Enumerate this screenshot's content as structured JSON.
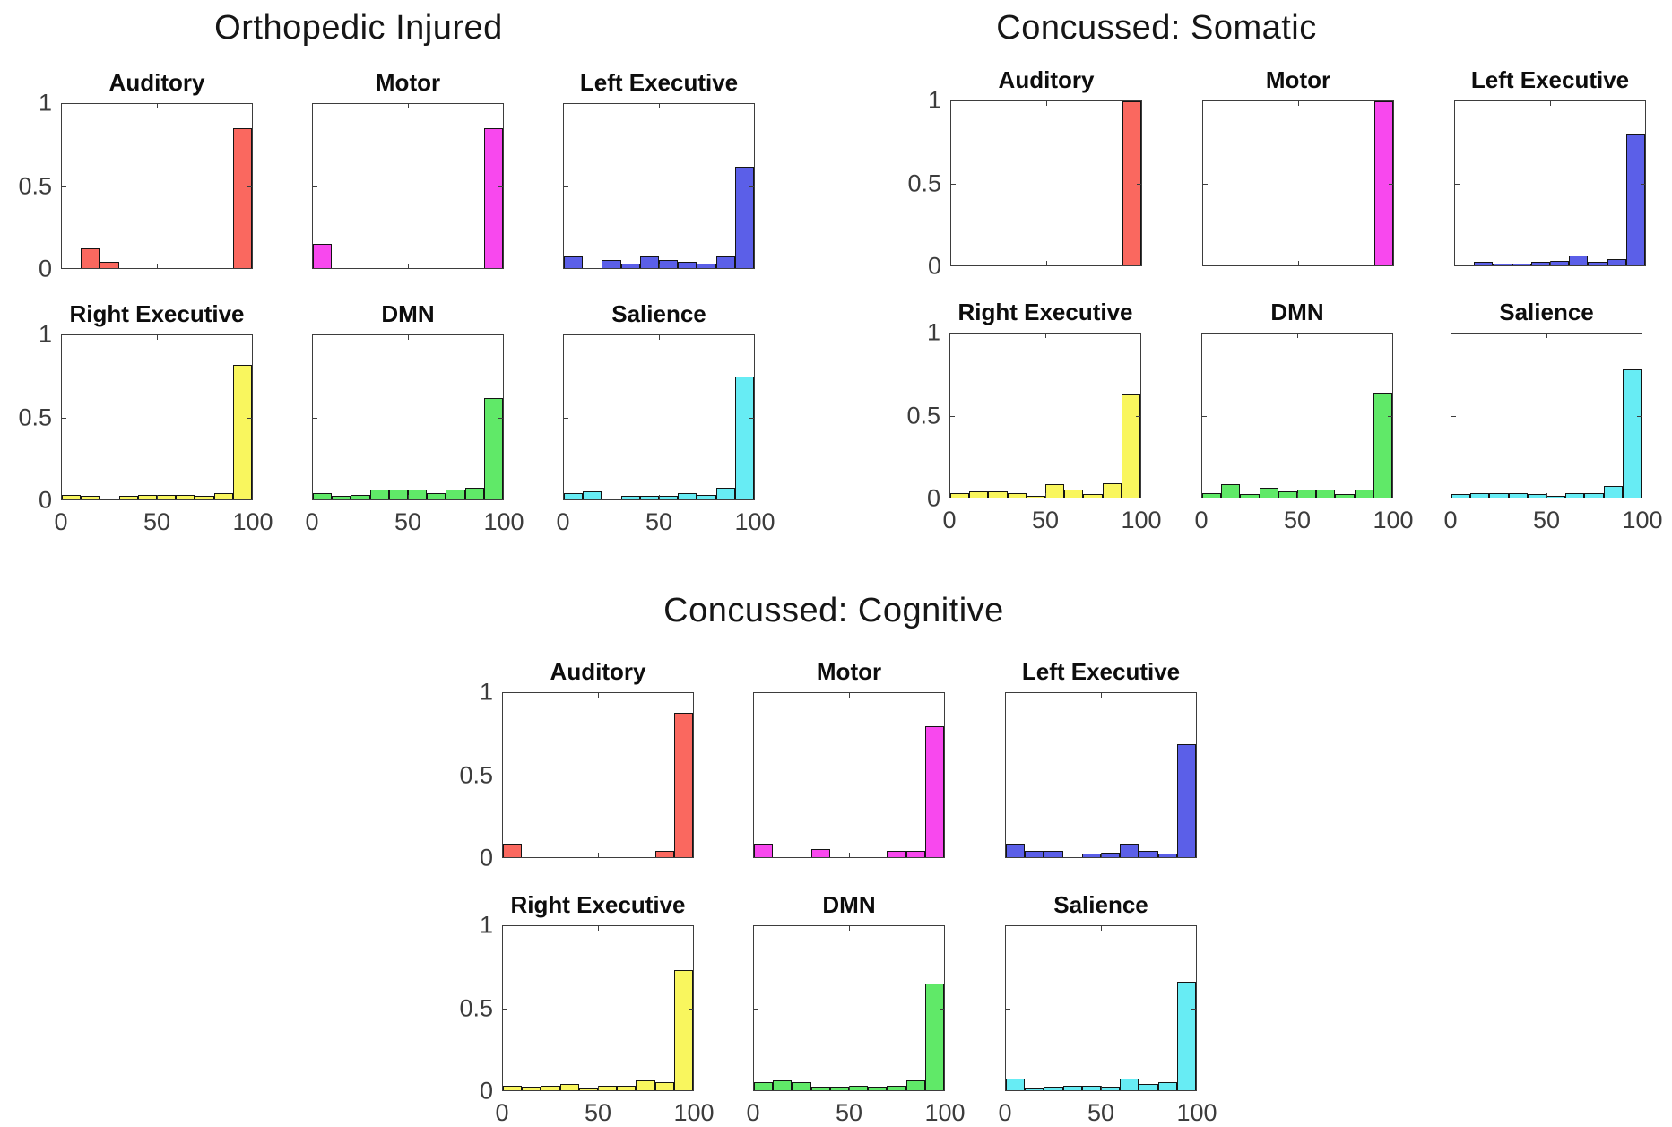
{
  "figure": {
    "background": "#ffffff"
  },
  "chart_data": [
    {
      "type": "bar",
      "title": "Orthopedic Injured",
      "xlabel": "",
      "ylabel": "",
      "xlim": [
        0,
        100
      ],
      "ylim": [
        0,
        1
      ],
      "bin_width": 10,
      "grid": false,
      "xticks": [
        0,
        50,
        100
      ],
      "yticks": [
        0,
        0.5,
        1
      ],
      "xticklabels": [
        "0",
        "50",
        "100"
      ],
      "yticklabels": [
        "1",
        "0.5",
        "0"
      ],
      "subplots": [
        {
          "title": "Auditory",
          "color": "#fa685f",
          "values": [
            0,
            0.12,
            0.04,
            0,
            0,
            0,
            0,
            0,
            0,
            0.85
          ]
        },
        {
          "title": "Motor",
          "color": "#f848ee",
          "values": [
            0.15,
            0,
            0,
            0,
            0,
            0,
            0,
            0,
            0,
            0.85
          ]
        },
        {
          "title": "Left Executive",
          "color": "#5b5fe8",
          "values": [
            0.07,
            0,
            0.05,
            0.03,
            0.07,
            0.05,
            0.04,
            0.03,
            0.07,
            0.62
          ]
        },
        {
          "title": "Right Executive",
          "color": "#f9f65e",
          "values": [
            0.03,
            0.02,
            0,
            0.02,
            0.03,
            0.03,
            0.03,
            0.02,
            0.04,
            0.82
          ]
        },
        {
          "title": "DMN",
          "color": "#60e968",
          "values": [
            0.04,
            0.02,
            0.03,
            0.06,
            0.06,
            0.06,
            0.04,
            0.06,
            0.07,
            0.62
          ]
        },
        {
          "title": "Salience",
          "color": "#67ecf4",
          "values": [
            0.04,
            0.05,
            0,
            0.02,
            0.02,
            0.02,
            0.04,
            0.03,
            0.07,
            0.75
          ]
        }
      ]
    },
    {
      "type": "bar",
      "title": "Concussed: Somatic",
      "xlabel": "",
      "ylabel": "",
      "xlim": [
        0,
        100
      ],
      "ylim": [
        0,
        1
      ],
      "bin_width": 10,
      "grid": false,
      "xticks": [
        0,
        50,
        100
      ],
      "yticks": [
        0,
        0.5,
        1
      ],
      "xticklabels": [
        "0",
        "50",
        "100"
      ],
      "yticklabels": [
        "1",
        "0.5",
        "0"
      ],
      "subplots": [
        {
          "title": "Auditory",
          "color": "#fa685f",
          "values": [
            0,
            0,
            0,
            0,
            0,
            0,
            0,
            0,
            0,
            1
          ]
        },
        {
          "title": "Motor",
          "color": "#f848ee",
          "values": [
            0,
            0,
            0,
            0,
            0,
            0,
            0,
            0,
            0,
            1
          ]
        },
        {
          "title": "Left Executive",
          "color": "#5b5fe8",
          "values": [
            0,
            0.02,
            0.01,
            0.01,
            0.02,
            0.03,
            0.06,
            0.02,
            0.04,
            0.8
          ]
        },
        {
          "title": "Right Executive",
          "color": "#f9f65e",
          "values": [
            0.03,
            0.04,
            0.04,
            0.03,
            0.01,
            0.08,
            0.05,
            0.02,
            0.09,
            0.63
          ]
        },
        {
          "title": "DMN",
          "color": "#60e968",
          "values": [
            0.03,
            0.08,
            0.02,
            0.06,
            0.04,
            0.05,
            0.05,
            0.02,
            0.05,
            0.64
          ]
        },
        {
          "title": "Salience",
          "color": "#67ecf4",
          "values": [
            0.02,
            0.03,
            0.03,
            0.03,
            0.02,
            0.01,
            0.03,
            0.03,
            0.07,
            0.78
          ]
        }
      ]
    },
    {
      "type": "bar",
      "title": "Concussed: Cognitive",
      "xlabel": "",
      "ylabel": "",
      "xlim": [
        0,
        100
      ],
      "ylim": [
        0,
        1
      ],
      "bin_width": 10,
      "grid": false,
      "xticks": [
        0,
        50,
        100
      ],
      "yticks": [
        0,
        0.5,
        1
      ],
      "xticklabels": [
        "0",
        "50",
        "100"
      ],
      "yticklabels": [
        "1",
        "0.5",
        "0"
      ],
      "subplots": [
        {
          "title": "Auditory",
          "color": "#fa685f",
          "values": [
            0.08,
            0,
            0,
            0,
            0,
            0,
            0,
            0,
            0.04,
            0.88
          ]
        },
        {
          "title": "Motor",
          "color": "#f848ee",
          "values": [
            0.08,
            0,
            0,
            0.05,
            0,
            0,
            0,
            0.04,
            0.04,
            0.8
          ]
        },
        {
          "title": "Left Executive",
          "color": "#5b5fe8",
          "values": [
            0.08,
            0.04,
            0.04,
            0,
            0.02,
            0.03,
            0.08,
            0.04,
            0.02,
            0.69
          ]
        },
        {
          "title": "Right Executive",
          "color": "#f9f65e",
          "values": [
            0.03,
            0.02,
            0.03,
            0.04,
            0.01,
            0.03,
            0.03,
            0.06,
            0.05,
            0.73
          ]
        },
        {
          "title": "DMN",
          "color": "#60e968",
          "values": [
            0.05,
            0.06,
            0.05,
            0.02,
            0.02,
            0.03,
            0.02,
            0.03,
            0.06,
            0.65
          ]
        },
        {
          "title": "Salience",
          "color": "#67ecf4",
          "values": [
            0.07,
            0.01,
            0.02,
            0.03,
            0.03,
            0.02,
            0.07,
            0.04,
            0.05,
            0.66
          ]
        }
      ]
    }
  ]
}
